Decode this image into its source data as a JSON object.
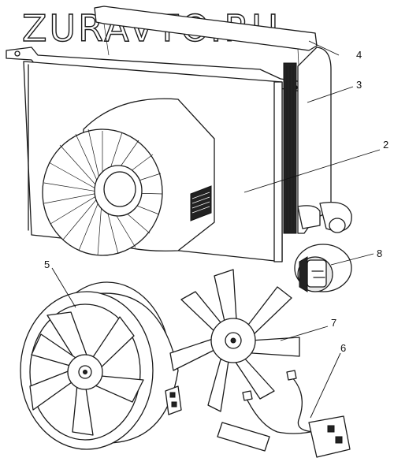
{
  "watermark": {
    "text": "ZURAVTO.RU"
  },
  "callouts": [
    {
      "id": "2",
      "label": "2"
    },
    {
      "id": "3",
      "label": "3"
    },
    {
      "id": "4",
      "label": "4"
    },
    {
      "id": "5",
      "label": "5"
    },
    {
      "id": "6",
      "label": "6"
    },
    {
      "id": "7",
      "label": "7"
    },
    {
      "id": "8",
      "label": "8"
    }
  ]
}
